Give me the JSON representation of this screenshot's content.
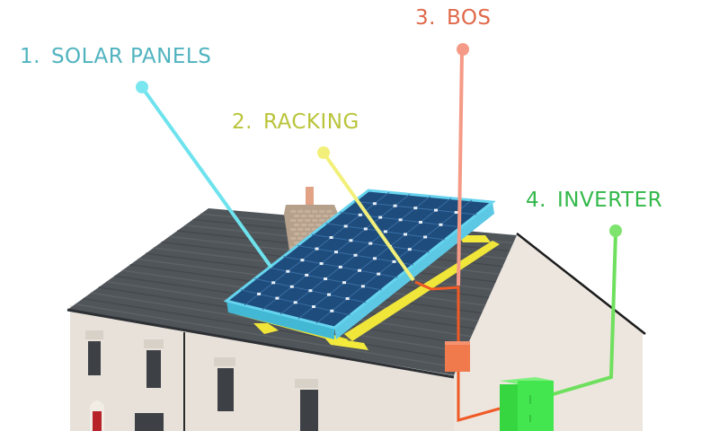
{
  "diagram": {
    "title": "Solar PV system components",
    "components": [
      {
        "id": "solar-panels",
        "number": "1.",
        "label": "SOLAR PANELS",
        "color": "#4fb3bf",
        "line_color": "#6ee3ee"
      },
      {
        "id": "racking",
        "number": "2.",
        "label": "RACKING",
        "color": "#b9c43a",
        "line_color": "#f0f07a"
      },
      {
        "id": "bos",
        "number": "3.",
        "label": "BOS",
        "color": "#e0684a",
        "line_color": "#f59a86"
      },
      {
        "id": "inverter",
        "number": "4.",
        "label": "INVERTER",
        "color": "#33b84a",
        "line_color": "#6fe05e"
      }
    ]
  },
  "colors": {
    "roof": "#4f5459",
    "roof_dark": "#3a3e42",
    "wall": "#e9e3dc",
    "wall_gable": "#efe7df",
    "panel_cell": "#1f4a7a",
    "panel_frame": "#5fd0ea",
    "racking_rail": "#f2ea3a",
    "chimney": "#b59c86",
    "chimney_pot": "#e4a083",
    "window": "#3d4045",
    "door": "#b8232a",
    "bos_box": "#f07a4c",
    "inverter_box": "#3ee04a",
    "wire_orange": "#ef5a26"
  }
}
